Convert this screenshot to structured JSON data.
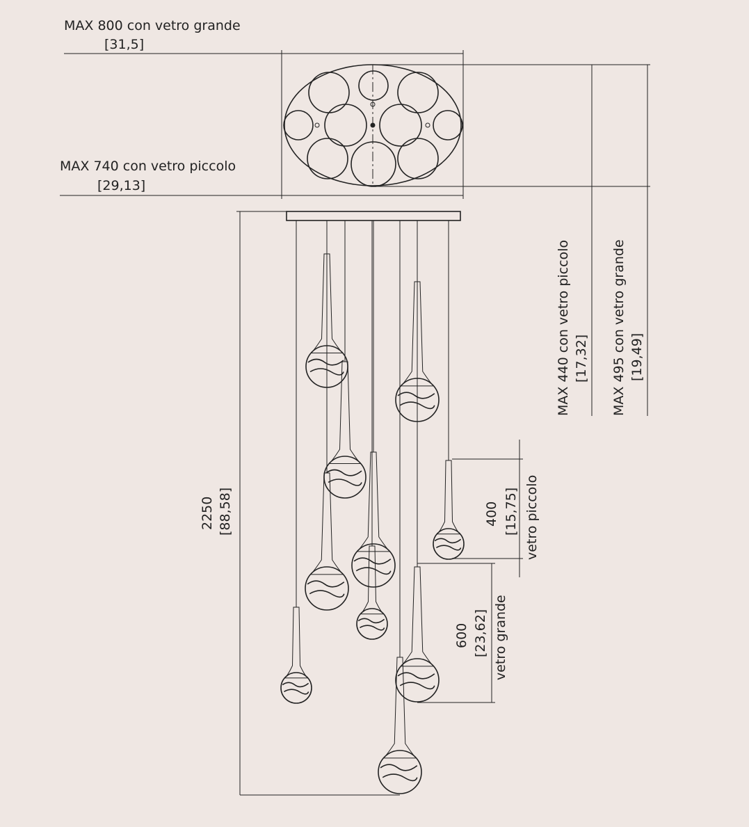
{
  "top_view": {
    "max_large": {
      "label": "MAX  800  con vetro grande",
      "inch": "[31,5]"
    },
    "max_small": {
      "label": "MAX   740   con vetro piccolo",
      "inch": "[29,13]"
    }
  },
  "side_dims": {
    "depth_small": {
      "label": "MAX   440   con vetro piccolo",
      "inch": "[17,32]"
    },
    "depth_large": {
      "label": "MAX   495   con vetro grande",
      "inch": "[19,49]"
    }
  },
  "height": {
    "value": "2250",
    "inch": "[88,58]"
  },
  "small_glass": {
    "value": "400",
    "inch": "[15,75]",
    "label": "vetro piccolo"
  },
  "large_glass": {
    "value": "600",
    "inch": "[23,62]",
    "label": "vetro grande"
  }
}
